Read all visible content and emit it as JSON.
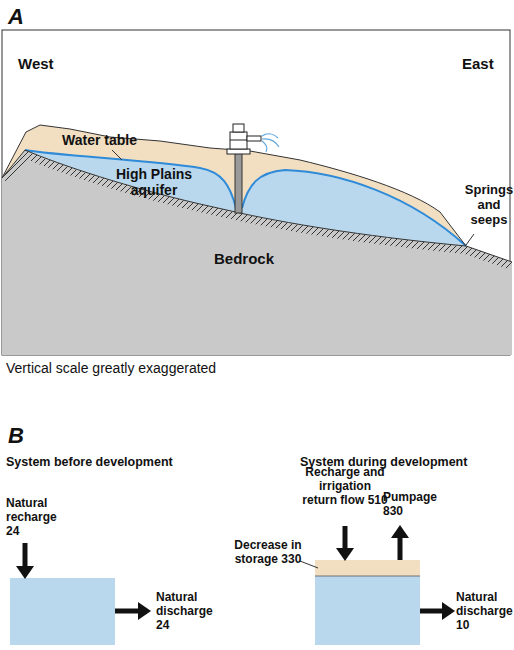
{
  "diagram": {
    "labels": [
      "A",
      "West",
      "East",
      "Water table",
      "High Plains aquifer",
      "Springs and seeps",
      "Bedrock",
      "Vertical scale greatly exaggerated",
      "B",
      "System before development",
      "Natural recharge 24",
      "Natural discharge 24",
      "System during development",
      "Recharge and irrigation return flow 510",
      "Pumpage 830",
      "Decrease in storage 330",
      "Natural discharge 10"
    ]
  }
}
